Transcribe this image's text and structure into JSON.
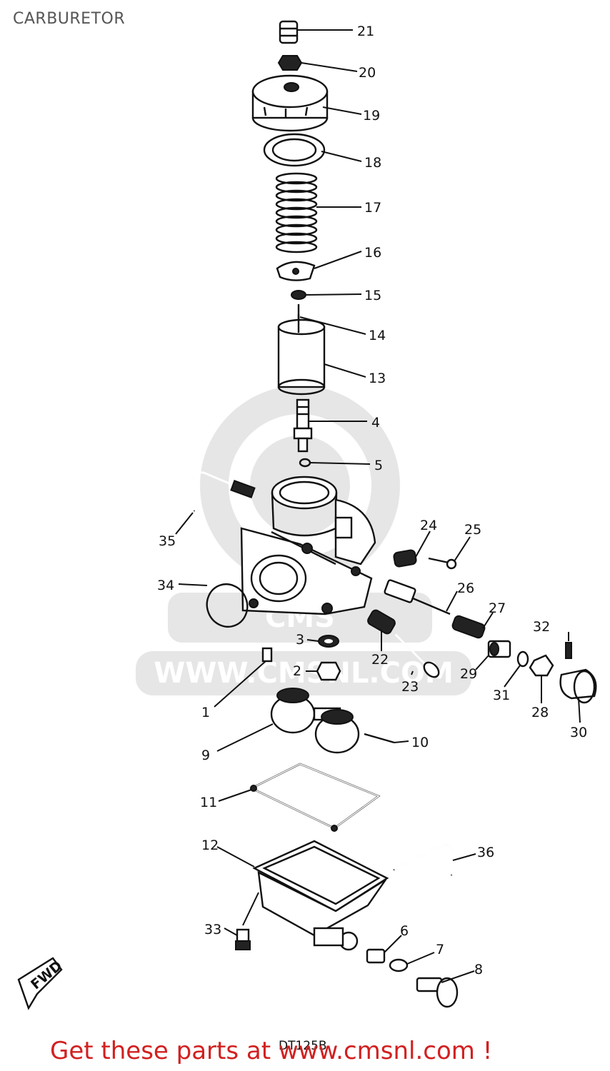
{
  "title": "CARBURETOR",
  "model": "DT125B",
  "cta": "Get these parts at www.cmsnl.com !",
  "watermark": {
    "text": "WWW.CMSNL.COM",
    "logo_text": "CMS",
    "color": "#e6e6e6"
  },
  "fwd_label": "FWD",
  "cta_color": "#d22020",
  "callouts": [
    "1",
    "2",
    "3",
    "4",
    "5",
    "6",
    "7",
    "8",
    "9",
    "10",
    "11",
    "12",
    "13",
    "14",
    "15",
    "16",
    "17",
    "18",
    "19",
    "20",
    "21",
    "22",
    "23",
    "24",
    "25",
    "26",
    "27",
    "28",
    "29",
    "30",
    "31",
    "32",
    "33",
    "34",
    "35",
    "36"
  ]
}
